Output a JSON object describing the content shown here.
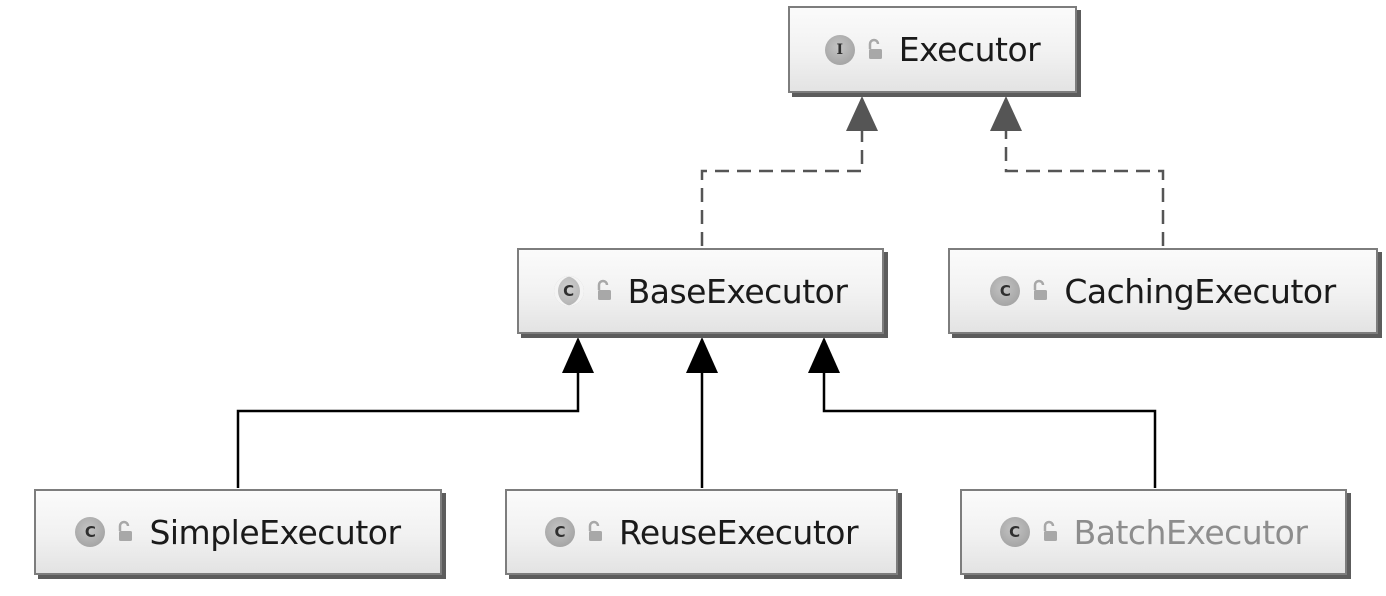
{
  "nodes": [
    {
      "id": "executor",
      "kind": "interface",
      "badge": "I",
      "label": "Executor",
      "muted": false
    },
    {
      "id": "base-executor",
      "kind": "abstract-class",
      "badge": "C",
      "label": "BaseExecutor",
      "muted": false
    },
    {
      "id": "caching-executor",
      "kind": "class",
      "badge": "C",
      "label": "CachingExecutor",
      "muted": false
    },
    {
      "id": "simple-executor",
      "kind": "class",
      "badge": "C",
      "label": "SimpleExecutor",
      "muted": false
    },
    {
      "id": "reuse-executor",
      "kind": "class",
      "badge": "C",
      "label": "ReuseExecutor",
      "muted": false
    },
    {
      "id": "batch-executor",
      "kind": "class",
      "badge": "C",
      "label": "BatchExecutor",
      "muted": true
    }
  ],
  "edges": [
    {
      "from": "base-executor",
      "to": "executor",
      "relation": "implements",
      "line": "dashed"
    },
    {
      "from": "caching-executor",
      "to": "executor",
      "relation": "implements",
      "line": "dashed"
    },
    {
      "from": "simple-executor",
      "to": "base-executor",
      "relation": "extends",
      "line": "solid"
    },
    {
      "from": "reuse-executor",
      "to": "base-executor",
      "relation": "extends",
      "line": "solid"
    },
    {
      "from": "batch-executor",
      "to": "base-executor",
      "relation": "extends",
      "line": "solid"
    }
  ],
  "colors": {
    "box_border": "#7d7d7d",
    "box_shadow": "#5c5c5c",
    "implements_arrow": "#555555",
    "extends_arrow": "#000000",
    "text": "#1a1a1a",
    "muted_text": "#8d8d8d"
  },
  "icons": {
    "interface": "interface-i-icon",
    "class": "class-c-icon",
    "abstract-class": "abstract-class-c-icon",
    "visibility": "unlocked-padlock-icon"
  }
}
